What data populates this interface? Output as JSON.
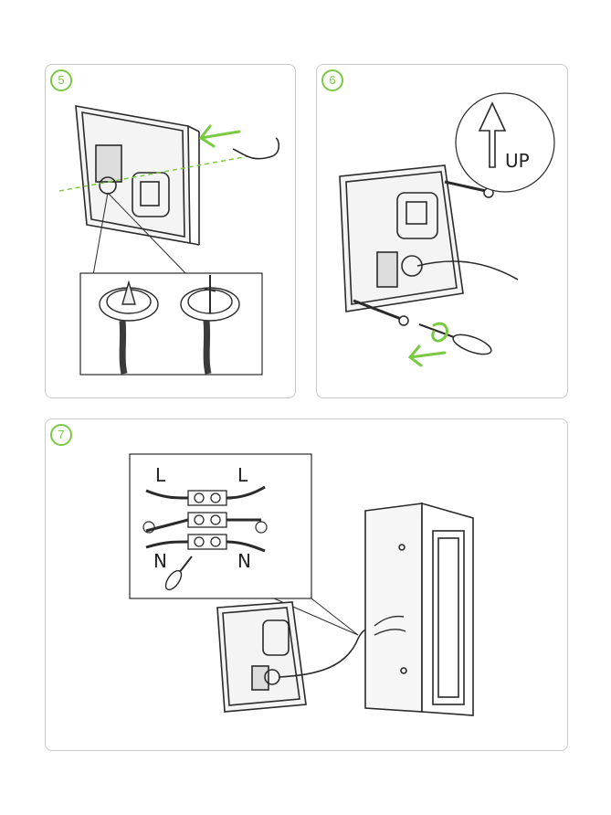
{
  "steps": [
    {
      "number": "5"
    },
    {
      "number": "6"
    },
    {
      "number": "7"
    }
  ],
  "step6": {
    "up_label": "UP"
  },
  "step7": {
    "live_label_left": "L",
    "live_label_right": "L",
    "neutral_label_left": "N",
    "neutral_label_right": "N"
  },
  "colors": {
    "accent_green": "#7ac943",
    "line": "#2a2a2a",
    "frame": "#c9c9c9"
  }
}
